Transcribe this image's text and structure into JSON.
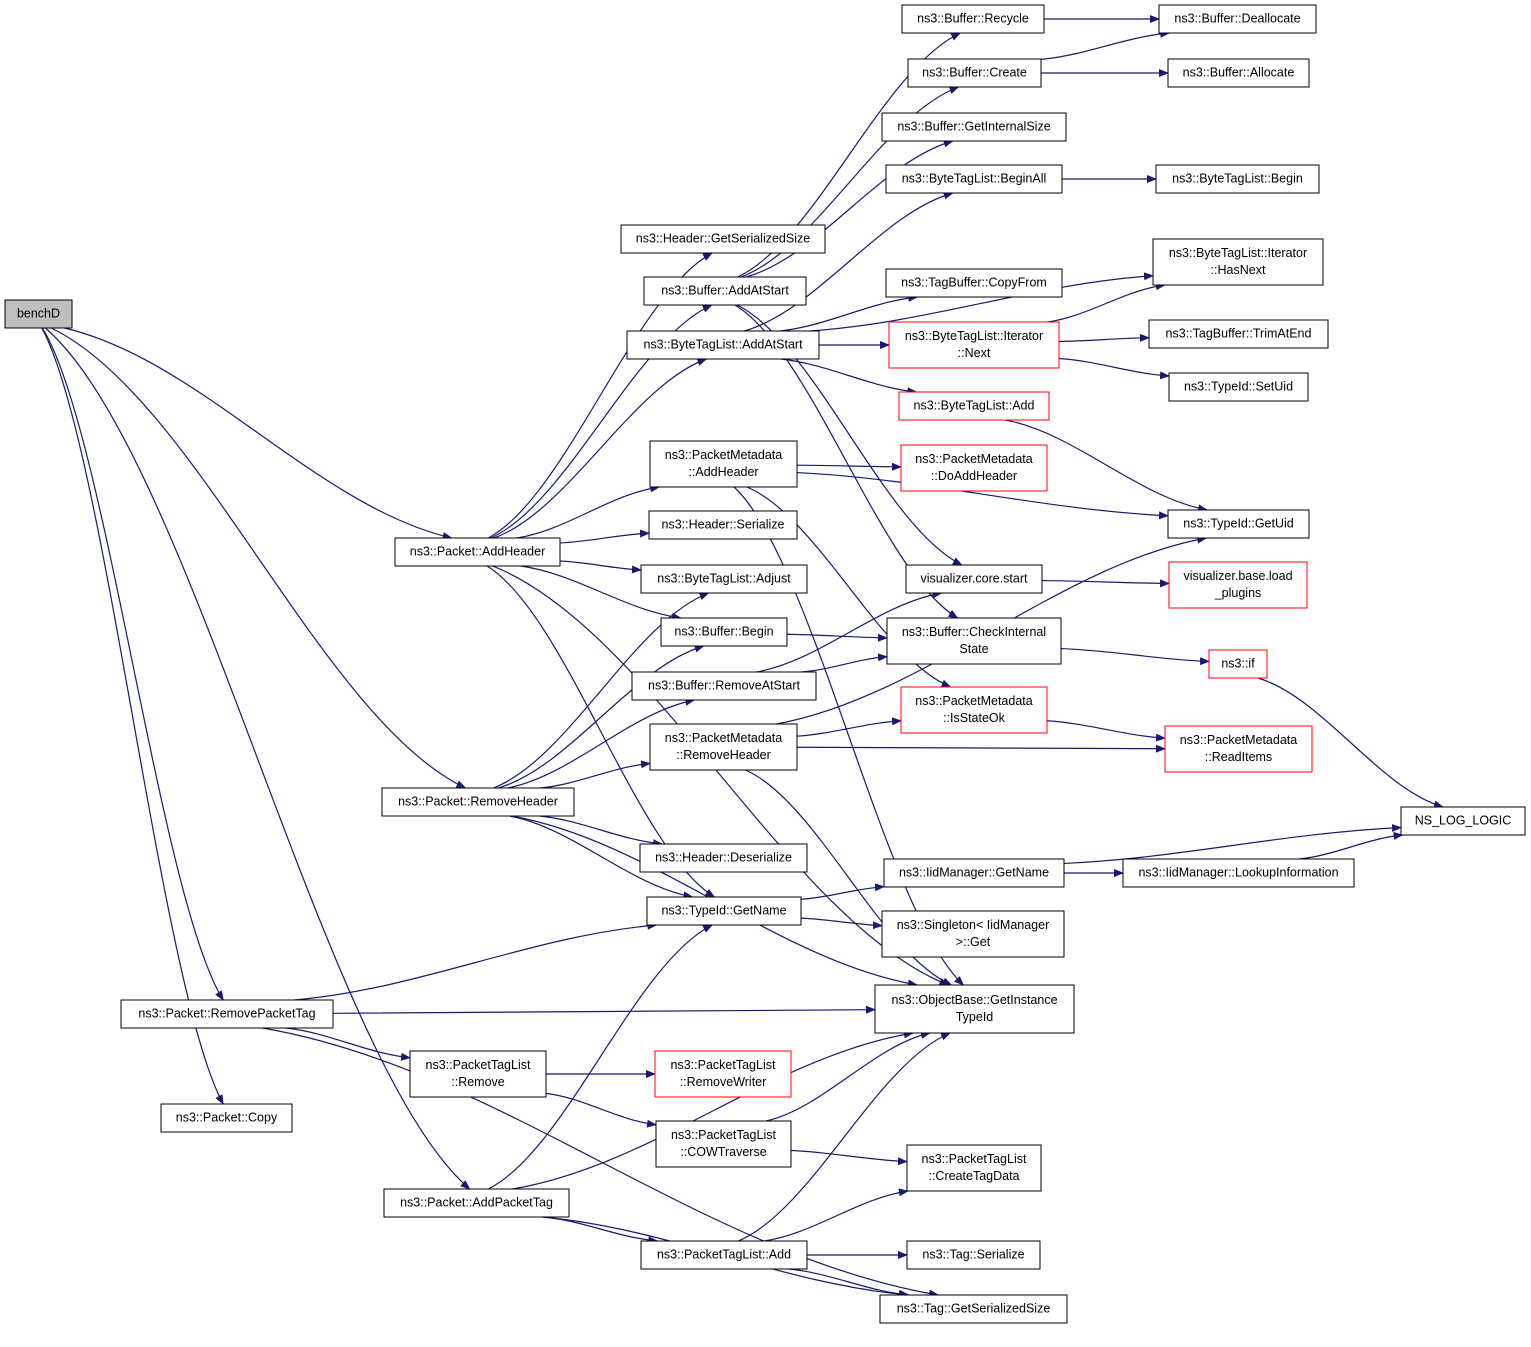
{
  "diagram": {
    "edge_color": "#191970",
    "node_border_color": "#000000",
    "node_border_color_incomplete": "#ff0000",
    "root_fill": "#bfbfbf",
    "nodes": [
      {
        "id": "benchD",
        "lines": [
          "benchD"
        ],
        "root": true
      },
      {
        "id": "p_addheader",
        "lines": [
          "ns3::Packet::AddHeader"
        ]
      },
      {
        "id": "p_removeheader",
        "lines": [
          "ns3::Packet::RemoveHeader"
        ]
      },
      {
        "id": "p_removepackettag",
        "lines": [
          "ns3::Packet::RemovePacketTag"
        ]
      },
      {
        "id": "p_copy",
        "lines": [
          "ns3::Packet::Copy"
        ]
      },
      {
        "id": "p_addpackettag",
        "lines": [
          "ns3::Packet::AddPacketTag"
        ]
      },
      {
        "id": "h_getserializedsize",
        "lines": [
          "ns3::Header::GetSerializedSize"
        ]
      },
      {
        "id": "b_addatstart",
        "lines": [
          "ns3::Buffer::AddAtStart"
        ]
      },
      {
        "id": "btl_addatstart",
        "lines": [
          "ns3::ByteTagList::AddAtStart"
        ]
      },
      {
        "id": "pm_addheader",
        "lines": [
          "ns3::PacketMetadata",
          "::AddHeader"
        ]
      },
      {
        "id": "h_serialize",
        "lines": [
          "ns3::Header::Serialize"
        ]
      },
      {
        "id": "btl_adjust",
        "lines": [
          "ns3::ByteTagList::Adjust"
        ]
      },
      {
        "id": "b_begin",
        "lines": [
          "ns3::Buffer::Begin"
        ]
      },
      {
        "id": "b_removeatstart",
        "lines": [
          "ns3::Buffer::RemoveAtStart"
        ]
      },
      {
        "id": "pm_removeheader",
        "lines": [
          "ns3::PacketMetadata",
          "::RemoveHeader"
        ]
      },
      {
        "id": "h_deserialize",
        "lines": [
          "ns3::Header::Deserialize"
        ]
      },
      {
        "id": "tid_getname",
        "lines": [
          "ns3::TypeId::GetName"
        ]
      },
      {
        "id": "ptl_remove",
        "lines": [
          "ns3::PacketTagList",
          "::Remove"
        ]
      },
      {
        "id": "ptl_removewriter",
        "lines": [
          "ns3::PacketTagList",
          "::RemoveWriter"
        ],
        "incomplete": true
      },
      {
        "id": "ptl_cowtraverse",
        "lines": [
          "ns3::PacketTagList",
          "::COWTraverse"
        ]
      },
      {
        "id": "ptl_add",
        "lines": [
          "ns3::PacketTagList::Add"
        ]
      },
      {
        "id": "b_recycle",
        "lines": [
          "ns3::Buffer::Recycle"
        ]
      },
      {
        "id": "b_create",
        "lines": [
          "ns3::Buffer::Create"
        ]
      },
      {
        "id": "b_getinternalsize",
        "lines": [
          "ns3::Buffer::GetInternalSize"
        ]
      },
      {
        "id": "btl_beginall",
        "lines": [
          "ns3::ByteTagList::BeginAll"
        ]
      },
      {
        "id": "tb_copyfrom",
        "lines": [
          "ns3::TagBuffer::CopyFrom"
        ]
      },
      {
        "id": "btli_next",
        "lines": [
          "ns3::ByteTagList::Iterator",
          "::Next"
        ],
        "incomplete": true
      },
      {
        "id": "btl_add",
        "lines": [
          "ns3::ByteTagList::Add"
        ],
        "incomplete": true
      },
      {
        "id": "pm_doaddheader",
        "lines": [
          "ns3::PacketMetadata",
          "::DoAddHeader"
        ],
        "incomplete": true
      },
      {
        "id": "viz_core_start",
        "lines": [
          "visualizer.core.start"
        ]
      },
      {
        "id": "b_checkinternalstate",
        "lines": [
          "ns3::Buffer::CheckInternal",
          "State"
        ]
      },
      {
        "id": "pm_isstateok",
        "lines": [
          "ns3::PacketMetadata",
          "::IsStateOk"
        ],
        "incomplete": true
      },
      {
        "id": "iid_getname",
        "lines": [
          "ns3::IidManager::GetName"
        ]
      },
      {
        "id": "singleton_get",
        "lines": [
          "ns3::Singleton< IidManager",
          ">::Get"
        ]
      },
      {
        "id": "ob_getinstancetypeid",
        "lines": [
          "ns3::ObjectBase::GetInstance",
          "TypeId"
        ]
      },
      {
        "id": "ptl_createtagdata",
        "lines": [
          "ns3::PacketTagList",
          "::CreateTagData"
        ]
      },
      {
        "id": "tag_serialize",
        "lines": [
          "ns3::Tag::Serialize"
        ]
      },
      {
        "id": "tag_getserializedsize",
        "lines": [
          "ns3::Tag::GetSerializedSize"
        ]
      },
      {
        "id": "b_deallocate",
        "lines": [
          "ns3::Buffer::Deallocate"
        ]
      },
      {
        "id": "b_allocate",
        "lines": [
          "ns3::Buffer::Allocate"
        ]
      },
      {
        "id": "btl_begin",
        "lines": [
          "ns3::ByteTagList::Begin"
        ]
      },
      {
        "id": "btli_hasnext",
        "lines": [
          "ns3::ByteTagList::Iterator",
          "::HasNext"
        ]
      },
      {
        "id": "tb_trimatend",
        "lines": [
          "ns3::TagBuffer::TrimAtEnd"
        ]
      },
      {
        "id": "tid_setuid",
        "lines": [
          "ns3::TypeId::SetUid"
        ]
      },
      {
        "id": "tid_getuid",
        "lines": [
          "ns3::TypeId::GetUid"
        ]
      },
      {
        "id": "viz_base_load_plugins",
        "lines": [
          "visualizer.base.load",
          "_plugins"
        ],
        "incomplete": true
      },
      {
        "id": "ns3_if",
        "lines": [
          "ns3::if"
        ],
        "incomplete": true
      },
      {
        "id": "pm_readitems",
        "lines": [
          "ns3::PacketMetadata",
          "::ReadItems"
        ],
        "incomplete": true
      },
      {
        "id": "ns_log_logic",
        "lines": [
          "NS_LOG_LOGIC"
        ]
      },
      {
        "id": "iid_lookupinformation",
        "lines": [
          "ns3::IidManager::LookupInformation"
        ]
      }
    ],
    "edges": [
      [
        "benchD",
        "p_addheader"
      ],
      [
        "benchD",
        "p_removeheader"
      ],
      [
        "benchD",
        "p_removepackettag"
      ],
      [
        "benchD",
        "p_copy"
      ],
      [
        "benchD",
        "p_addpackettag"
      ],
      [
        "p_addheader",
        "h_getserializedsize"
      ],
      [
        "p_addheader",
        "b_addatstart"
      ],
      [
        "p_addheader",
        "btl_addatstart"
      ],
      [
        "p_addheader",
        "pm_addheader"
      ],
      [
        "p_addheader",
        "h_serialize"
      ],
      [
        "p_addheader",
        "btl_adjust"
      ],
      [
        "p_addheader",
        "b_begin"
      ],
      [
        "p_addheader",
        "tid_getname"
      ],
      [
        "p_addheader",
        "ob_getinstancetypeid"
      ],
      [
        "p_removeheader",
        "btl_adjust"
      ],
      [
        "p_removeheader",
        "b_begin"
      ],
      [
        "p_removeheader",
        "b_removeatstart"
      ],
      [
        "p_removeheader",
        "pm_removeheader"
      ],
      [
        "p_removeheader",
        "h_deserialize"
      ],
      [
        "p_removeheader",
        "tid_getname"
      ],
      [
        "p_removeheader",
        "ob_getinstancetypeid"
      ],
      [
        "p_removepackettag",
        "tid_getname"
      ],
      [
        "p_removepackettag",
        "ob_getinstancetypeid"
      ],
      [
        "p_removepackettag",
        "ptl_remove"
      ],
      [
        "p_removepackettag",
        "tag_getserializedsize"
      ],
      [
        "p_addpackettag",
        "tid_getname"
      ],
      [
        "p_addpackettag",
        "ob_getinstancetypeid"
      ],
      [
        "p_addpackettag",
        "ptl_add"
      ],
      [
        "p_addpackettag",
        "tag_getserializedsize"
      ],
      [
        "b_addatstart",
        "b_recycle"
      ],
      [
        "b_addatstart",
        "b_create"
      ],
      [
        "b_addatstart",
        "b_getinternalsize"
      ],
      [
        "b_addatstart",
        "b_checkinternalstate"
      ],
      [
        "b_addatstart",
        "viz_core_start"
      ],
      [
        "btl_addatstart",
        "btl_beginall"
      ],
      [
        "btl_addatstart",
        "tb_copyfrom"
      ],
      [
        "btl_addatstart",
        "btli_next"
      ],
      [
        "btl_addatstart",
        "btl_add"
      ],
      [
        "btl_addatstart",
        "btli_hasnext"
      ],
      [
        "pm_addheader",
        "pm_doaddheader"
      ],
      [
        "pm_addheader",
        "tid_getuid"
      ],
      [
        "pm_addheader",
        "pm_isstateok"
      ],
      [
        "pm_addheader",
        "ob_getinstancetypeid"
      ],
      [
        "b_begin",
        "b_checkinternalstate"
      ],
      [
        "b_removeatstart",
        "b_checkinternalstate"
      ],
      [
        "b_removeatstart",
        "viz_core_start"
      ],
      [
        "pm_removeheader",
        "pm_isstateok"
      ],
      [
        "pm_removeheader",
        "pm_readitems"
      ],
      [
        "pm_removeheader",
        "tid_getuid"
      ],
      [
        "pm_removeheader",
        "ob_getinstancetypeid"
      ],
      [
        "tid_getname",
        "iid_getname"
      ],
      [
        "tid_getname",
        "singleton_get"
      ],
      [
        "ptl_remove",
        "ptl_removewriter"
      ],
      [
        "ptl_remove",
        "ptl_cowtraverse"
      ],
      [
        "ptl_cowtraverse",
        "ob_getinstancetypeid"
      ],
      [
        "ptl_cowtraverse",
        "ptl_createtagdata"
      ],
      [
        "ptl_add",
        "ptl_createtagdata"
      ],
      [
        "ptl_add",
        "tag_serialize"
      ],
      [
        "ptl_add",
        "tag_getserializedsize"
      ],
      [
        "ptl_add",
        "ob_getinstancetypeid"
      ],
      [
        "b_recycle",
        "b_deallocate"
      ],
      [
        "b_create",
        "b_deallocate"
      ],
      [
        "b_create",
        "b_allocate"
      ],
      [
        "btl_beginall",
        "btl_begin"
      ],
      [
        "btli_next",
        "btli_hasnext"
      ],
      [
        "btli_next",
        "tb_trimatend"
      ],
      [
        "btli_next",
        "tid_setuid"
      ],
      [
        "btl_add",
        "tid_getuid"
      ],
      [
        "viz_core_start",
        "viz_base_load_plugins"
      ],
      [
        "b_checkinternalstate",
        "ns3_if"
      ],
      [
        "ns3_if",
        "ns_log_logic"
      ],
      [
        "pm_isstateok",
        "pm_readitems"
      ],
      [
        "iid_getname",
        "iid_lookupinformation"
      ],
      [
        "iid_getname",
        "ns_log_logic"
      ],
      [
        "iid_lookupinformation",
        "ns_log_logic"
      ]
    ]
  }
}
